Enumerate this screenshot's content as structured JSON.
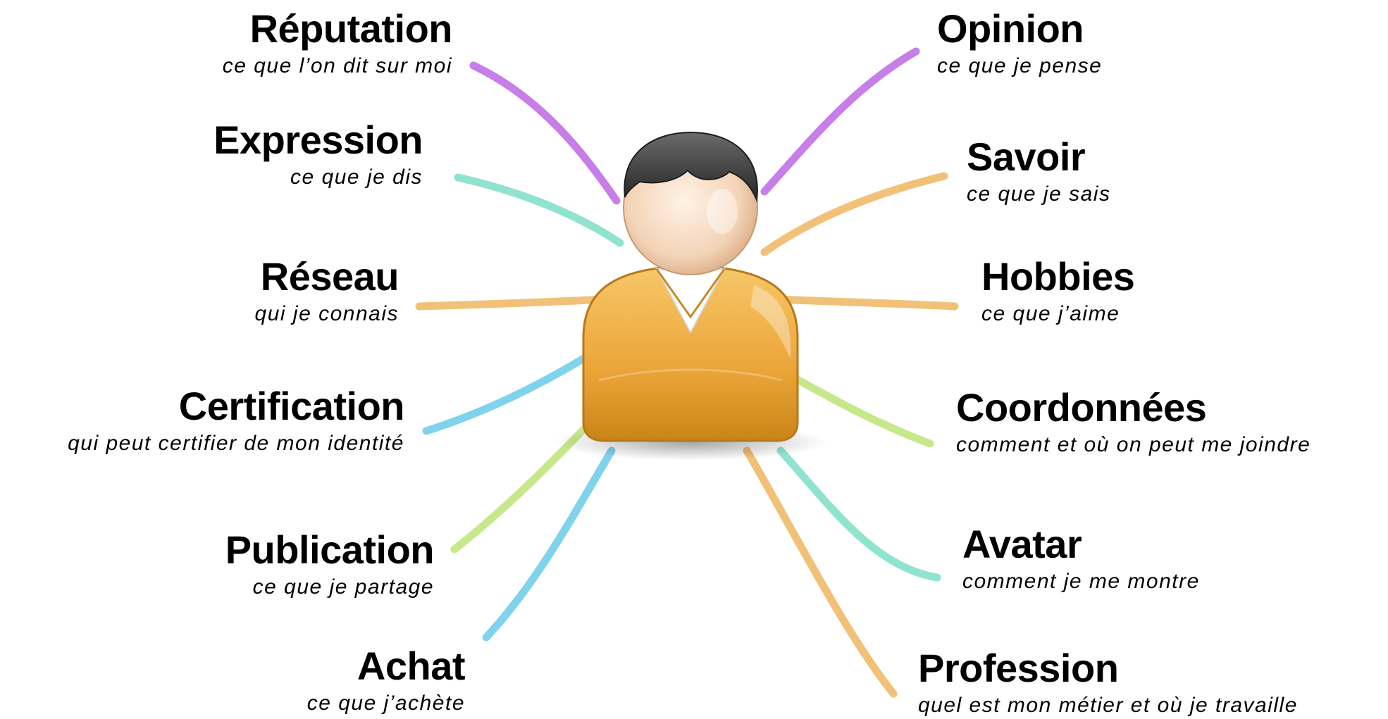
{
  "colors": {
    "purple": "#c77ee8",
    "teal": "#8fe3cf",
    "orange": "#f2c178",
    "blue": "#7fd3ec",
    "green": "#c7e88a",
    "body_orange": "#eba438",
    "hair": "#3c3c3c",
    "skin": "#f6dcc4"
  },
  "items": [
    {
      "title": "Réputation",
      "subtitle": "ce que l’on dit sur moi",
      "side": "left",
      "color": "purple"
    },
    {
      "title": "Expression",
      "subtitle": "ce que je dis",
      "side": "left",
      "color": "teal"
    },
    {
      "title": "Réseau",
      "subtitle": "qui je connais",
      "side": "left",
      "color": "orange"
    },
    {
      "title": "Certification",
      "subtitle": "qui peut certifier de mon identité",
      "side": "left",
      "color": "blue"
    },
    {
      "title": "Publication",
      "subtitle": "ce que je partage",
      "side": "left",
      "color": "green"
    },
    {
      "title": "Achat",
      "subtitle": "ce que j’achète",
      "side": "left",
      "color": "blue"
    },
    {
      "title": "Opinion",
      "subtitle": "ce que je pense",
      "side": "right",
      "color": "purple"
    },
    {
      "title": "Savoir",
      "subtitle": "ce que je sais",
      "side": "right",
      "color": "orange"
    },
    {
      "title": "Hobbies",
      "subtitle": "ce que j’aime",
      "side": "right",
      "color": "orange"
    },
    {
      "title": "Coordonnées",
      "subtitle": "comment et où on peut me joindre",
      "side": "right",
      "color": "green"
    },
    {
      "title": "Avatar",
      "subtitle": "comment je me montre",
      "side": "right",
      "color": "teal"
    },
    {
      "title": "Profession",
      "subtitle": "quel est mon métier et où je travaille",
      "side": "right",
      "color": "orange"
    }
  ]
}
